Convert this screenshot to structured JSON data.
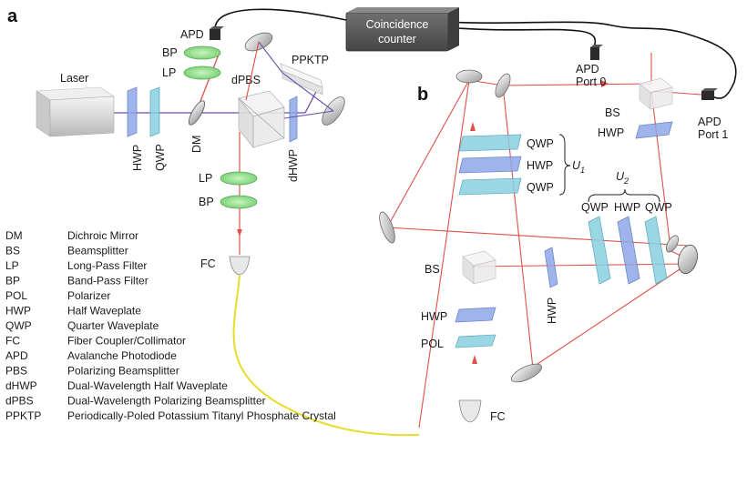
{
  "panels": {
    "a": "a",
    "b": "b"
  },
  "counter": {
    "line1": "Coincidence",
    "line2": "counter"
  },
  "labels_a": {
    "laser": "Laser",
    "hwp": "HWP",
    "qwp": "QWP",
    "dm": "DM",
    "apd": "APD",
    "bp_top": "BP",
    "lp_top": "LP",
    "dpbs": "dPBS",
    "ppktp": "PPKTP",
    "dhwp": "dHWP",
    "lp_bottom": "LP",
    "bp_bottom": "BP",
    "fc": "FC"
  },
  "labels_b": {
    "apd_port0_line1": "APD",
    "apd_port0_line2": "Port 0",
    "apd_port1_line1": "APD",
    "apd_port1_line2": "Port 1",
    "bs_top": "BS",
    "hwp_top": "HWP",
    "u1_qwp_top": "QWP",
    "u1_hwp": "HWP",
    "u1_qwp_bottom": "QWP",
    "u1": "U",
    "u1_sub": "1",
    "u2": "U",
    "u2_sub": "2",
    "u2_qwp_left": "QWP",
    "u2_hwp": "HWP",
    "u2_qwp_right": "QWP",
    "bs_mid": "BS",
    "hwp_mid": "HWP",
    "hwp_bottom": "HWP",
    "pol": "POL",
    "fc": "FC"
  },
  "legend": [
    {
      "abbr": "DM",
      "desc": "Dichroic Mirror"
    },
    {
      "abbr": "BS",
      "desc": "Beamsplitter"
    },
    {
      "abbr": "LP",
      "desc": "Long-Pass Filter"
    },
    {
      "abbr": "BP",
      "desc": "Band-Pass Filter"
    },
    {
      "abbr": "POL",
      "desc": "Polarizer"
    },
    {
      "abbr": "HWP",
      "desc": "Half Waveplate"
    },
    {
      "abbr": "QWP",
      "desc": "Quarter Waveplate"
    },
    {
      "abbr": "FC",
      "desc": "Fiber Coupler/Collimator"
    },
    {
      "abbr": "APD",
      "desc": "Avalanche Photodiode"
    },
    {
      "abbr": "PBS",
      "desc": "Polarizing Beamsplitter"
    },
    {
      "abbr": "dHWP",
      "desc": "Dual-Wavelength Half Waveplate"
    },
    {
      "abbr": "dPBS",
      "desc": "Dual-Wavelength Polarizing Beamsplitter"
    },
    {
      "abbr": "PPKTP",
      "desc": "Periodically-Poled Potassium Titanyl Phosphate Crystal"
    }
  ],
  "colors": {
    "pump_beam": "#6a4fb0",
    "signal_beam": "#e0504a",
    "fiber": "#e6dc2a",
    "cable": "#111111",
    "counter_box": "#5a5a5a",
    "waveplate_blue": "#8fa8e8",
    "waveplate_cyan": "#8ad0e0",
    "filter_green": "#8fe08a"
  }
}
